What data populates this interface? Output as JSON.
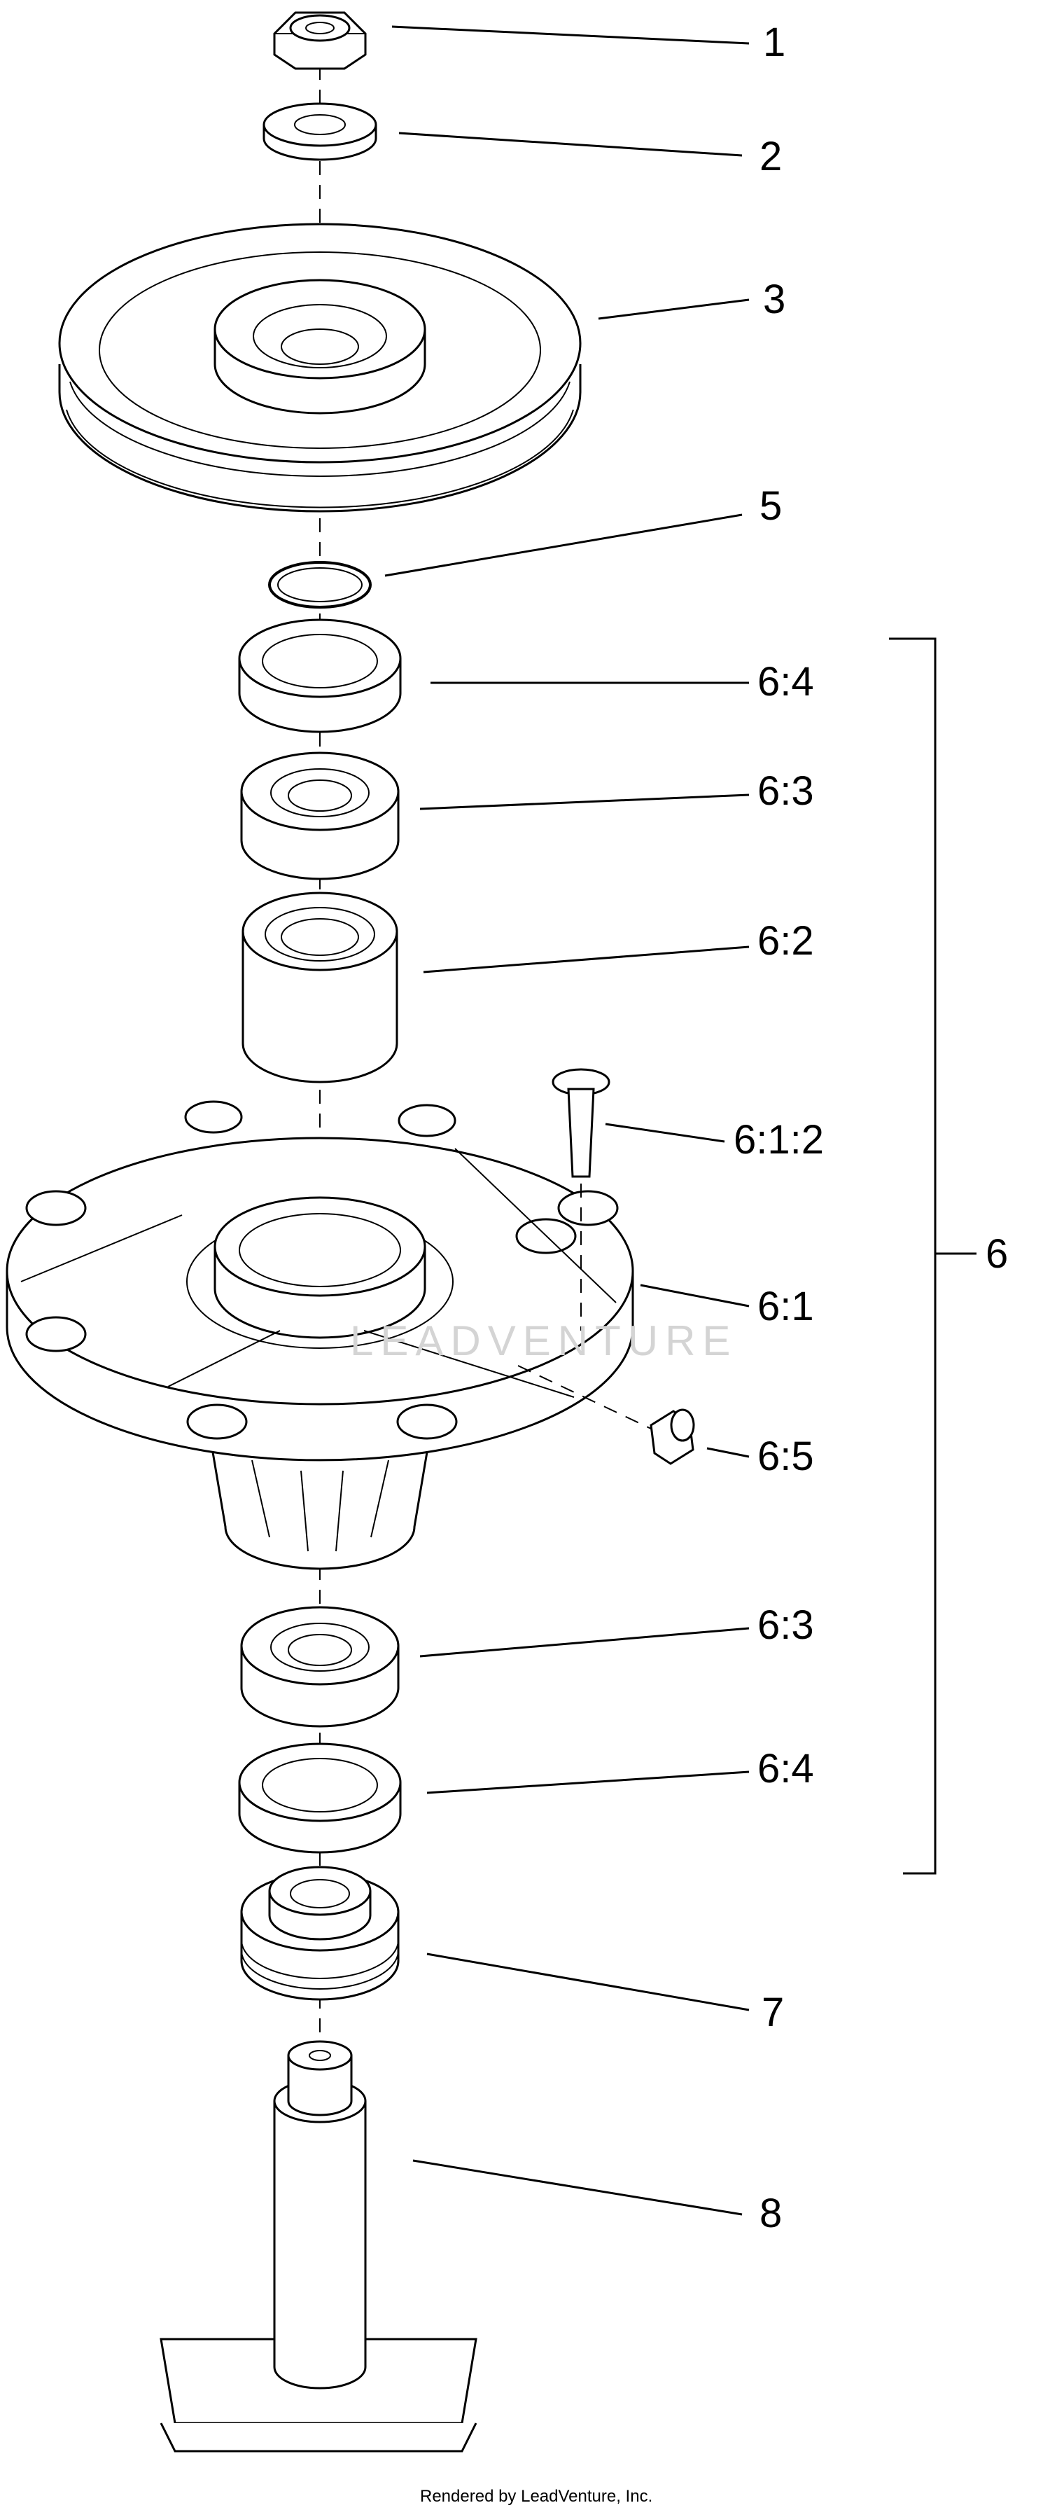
{
  "diagram": {
    "callouts": [
      {
        "id": "1",
        "label": "1"
      },
      {
        "id": "2",
        "label": "2"
      },
      {
        "id": "3",
        "label": "3"
      },
      {
        "id": "5",
        "label": "5"
      },
      {
        "id": "6-4-top",
        "label": "6:4"
      },
      {
        "id": "6-3-top",
        "label": "6:3"
      },
      {
        "id": "6-2",
        "label": "6:2"
      },
      {
        "id": "6-1-2",
        "label": "6:1:2"
      },
      {
        "id": "6-1",
        "label": "6:1"
      },
      {
        "id": "6-5",
        "label": "6:5"
      },
      {
        "id": "6-3-bottom",
        "label": "6:3"
      },
      {
        "id": "6-4-bottom",
        "label": "6:4"
      },
      {
        "id": "7",
        "label": "7"
      },
      {
        "id": "8",
        "label": "8"
      },
      {
        "id": "6",
        "label": "6"
      }
    ],
    "watermark": "LEADVENTURE",
    "footer": "Rendered by LeadVenture, Inc."
  }
}
